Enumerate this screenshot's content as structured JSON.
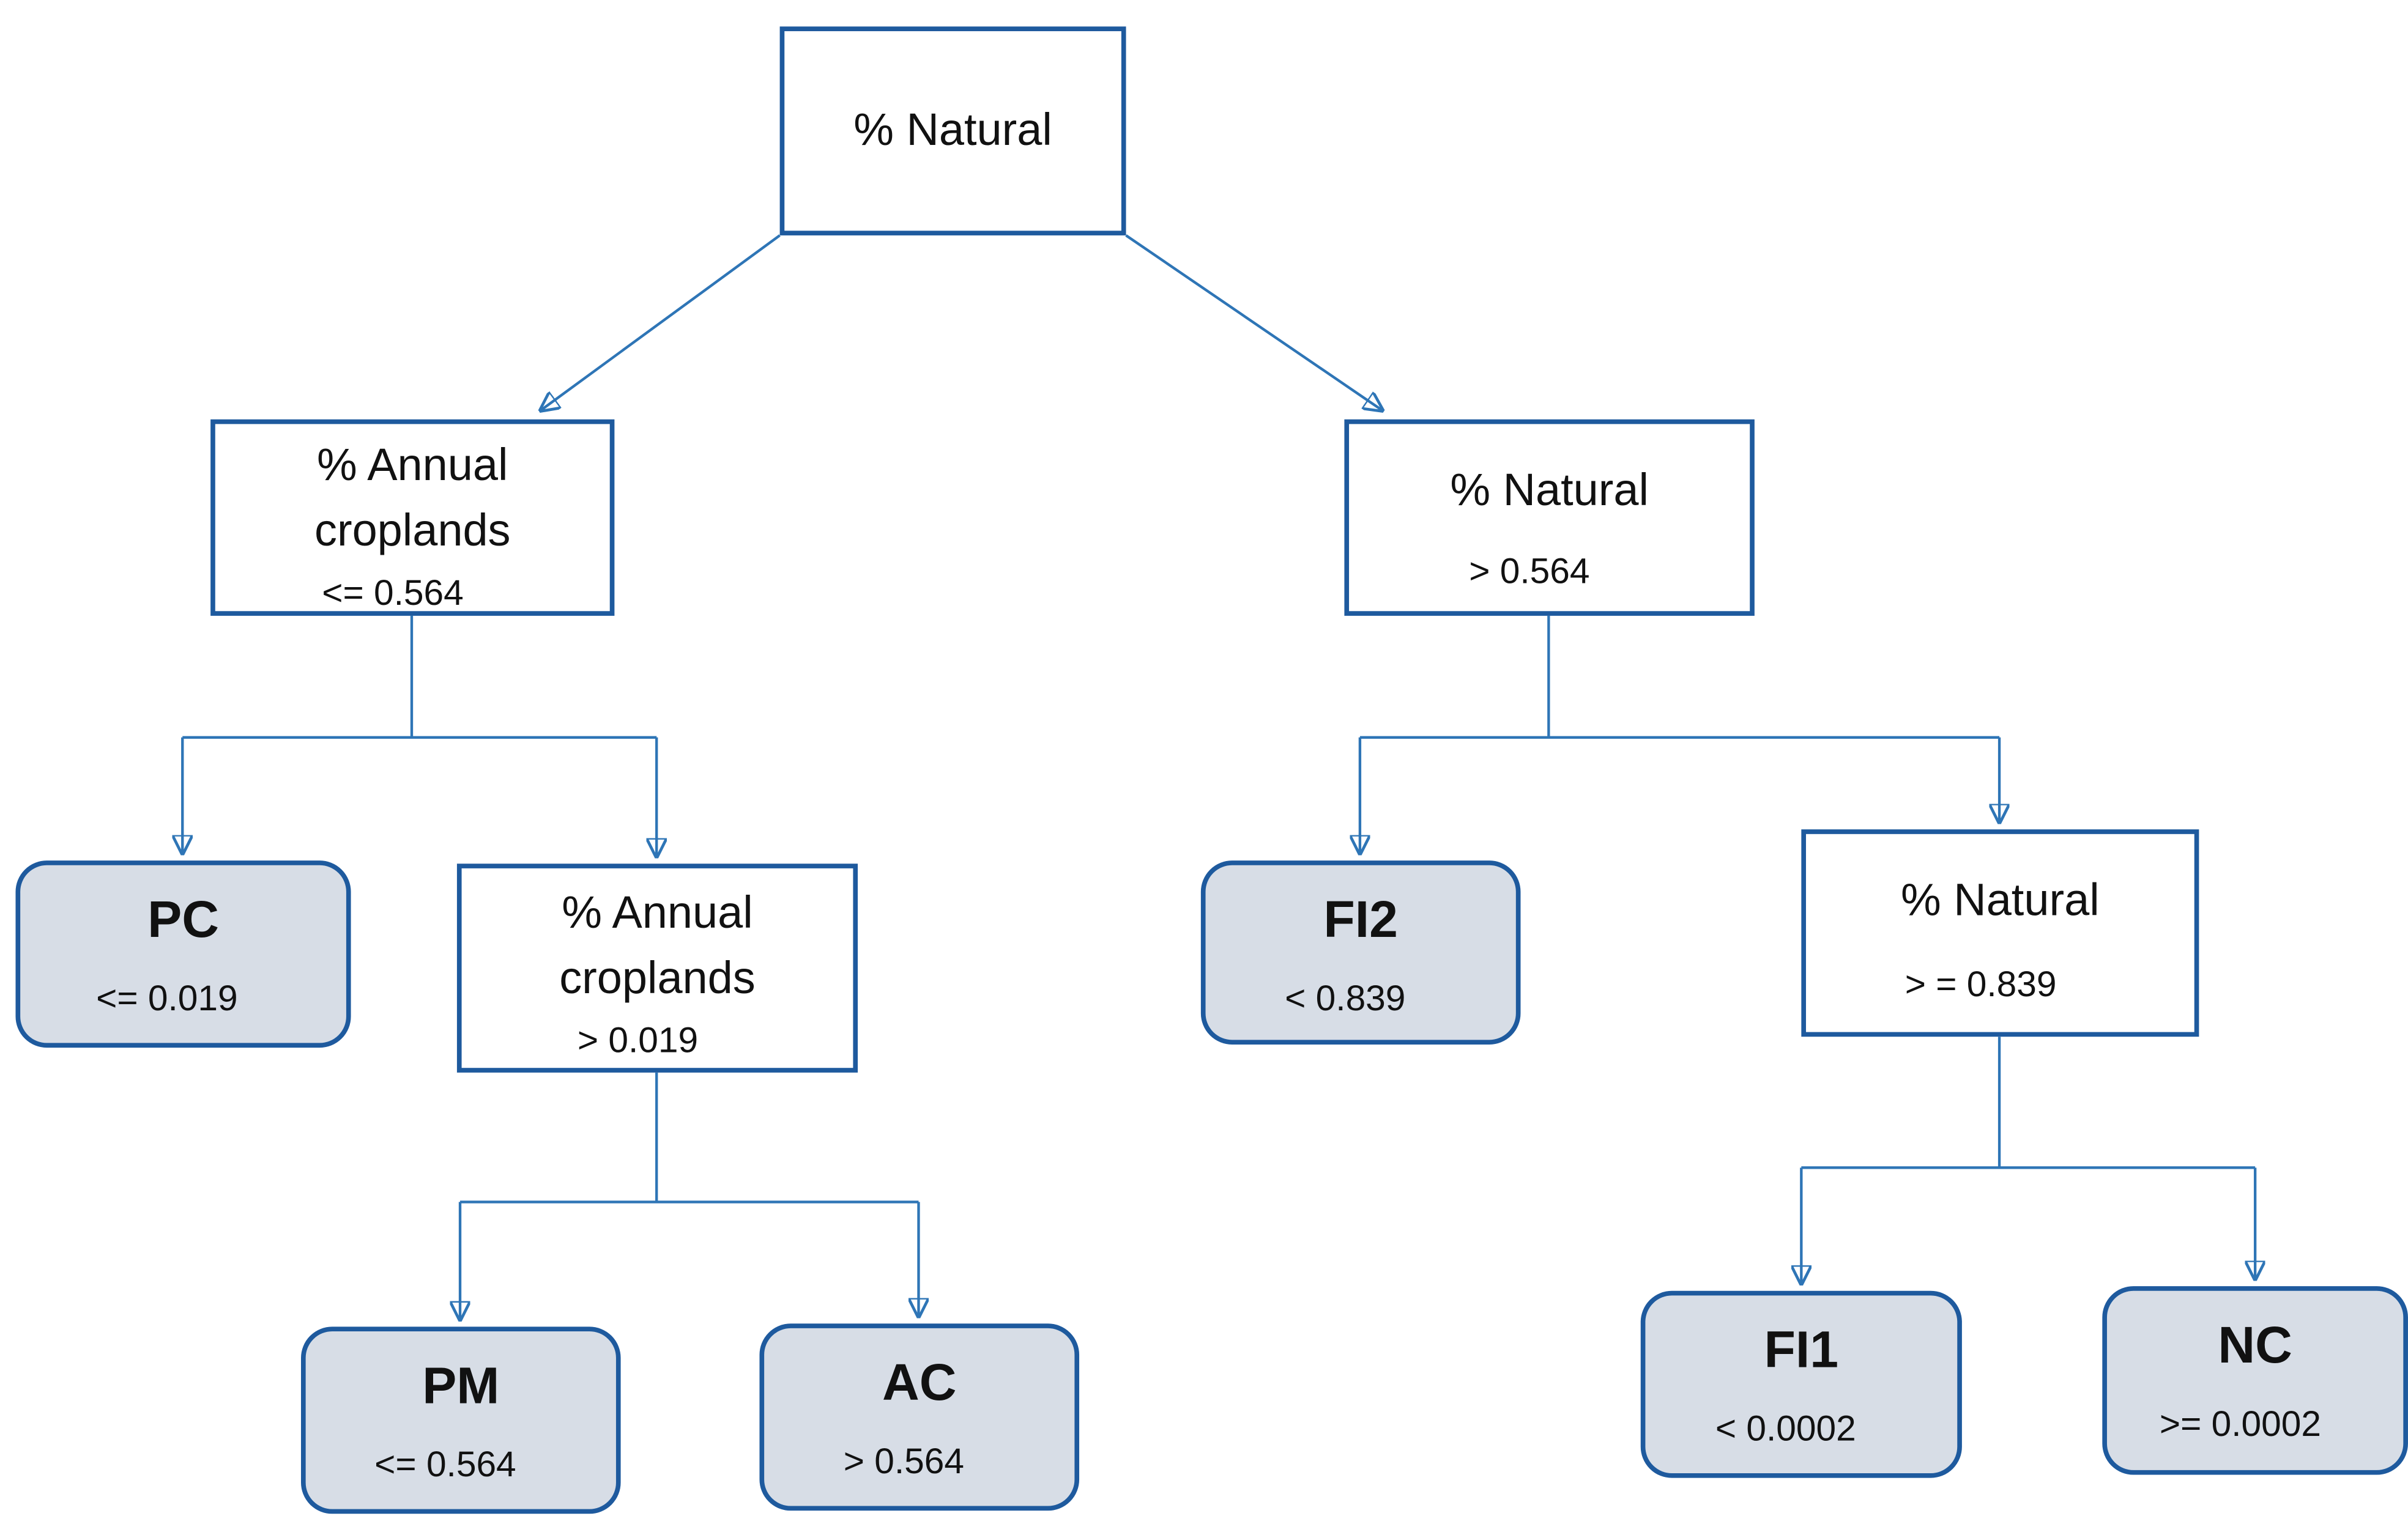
{
  "diagram": {
    "type": "decision-tree",
    "colors": {
      "background": "#ffffff",
      "box_border": "#1e5a9e",
      "decision_fill": "#ffffff",
      "leaf_fill": "#d7dde6",
      "connector": "#2e75b6",
      "text": "#111111"
    },
    "nodes": {
      "root": {
        "label": "% Natural"
      },
      "annual_le": {
        "label": "% Annual croplands",
        "condition": "<= 0.564"
      },
      "natural_gt": {
        "label": "% Natural",
        "condition": "> 0.564"
      },
      "pc": {
        "label": "PC",
        "condition": "<= 0.019"
      },
      "annual_gt": {
        "label": "% Annual croplands",
        "condition": "> 0.019"
      },
      "fi2": {
        "label": "FI2",
        "condition": "< 0.839"
      },
      "natural_ge": {
        "label": "% Natural",
        "condition": "> = 0.839"
      },
      "pm": {
        "label": "PM",
        "condition": "<= 0.564"
      },
      "ac": {
        "label": "AC",
        "condition": "> 0.564"
      },
      "fi1": {
        "label": "FI1",
        "condition": "< 0.0002"
      },
      "nc": {
        "label": "NC",
        "condition": ">= 0.0002"
      }
    },
    "edges": [
      {
        "from": "root",
        "to": "annual_le"
      },
      {
        "from": "root",
        "to": "natural_gt"
      },
      {
        "from": "annual_le",
        "to": "pc"
      },
      {
        "from": "annual_le",
        "to": "annual_gt"
      },
      {
        "from": "annual_gt",
        "to": "pm"
      },
      {
        "from": "annual_gt",
        "to": "ac"
      },
      {
        "from": "natural_gt",
        "to": "fi2"
      },
      {
        "from": "natural_gt",
        "to": "natural_ge"
      },
      {
        "from": "natural_ge",
        "to": "fi1"
      },
      {
        "from": "natural_ge",
        "to": "nc"
      }
    ]
  }
}
